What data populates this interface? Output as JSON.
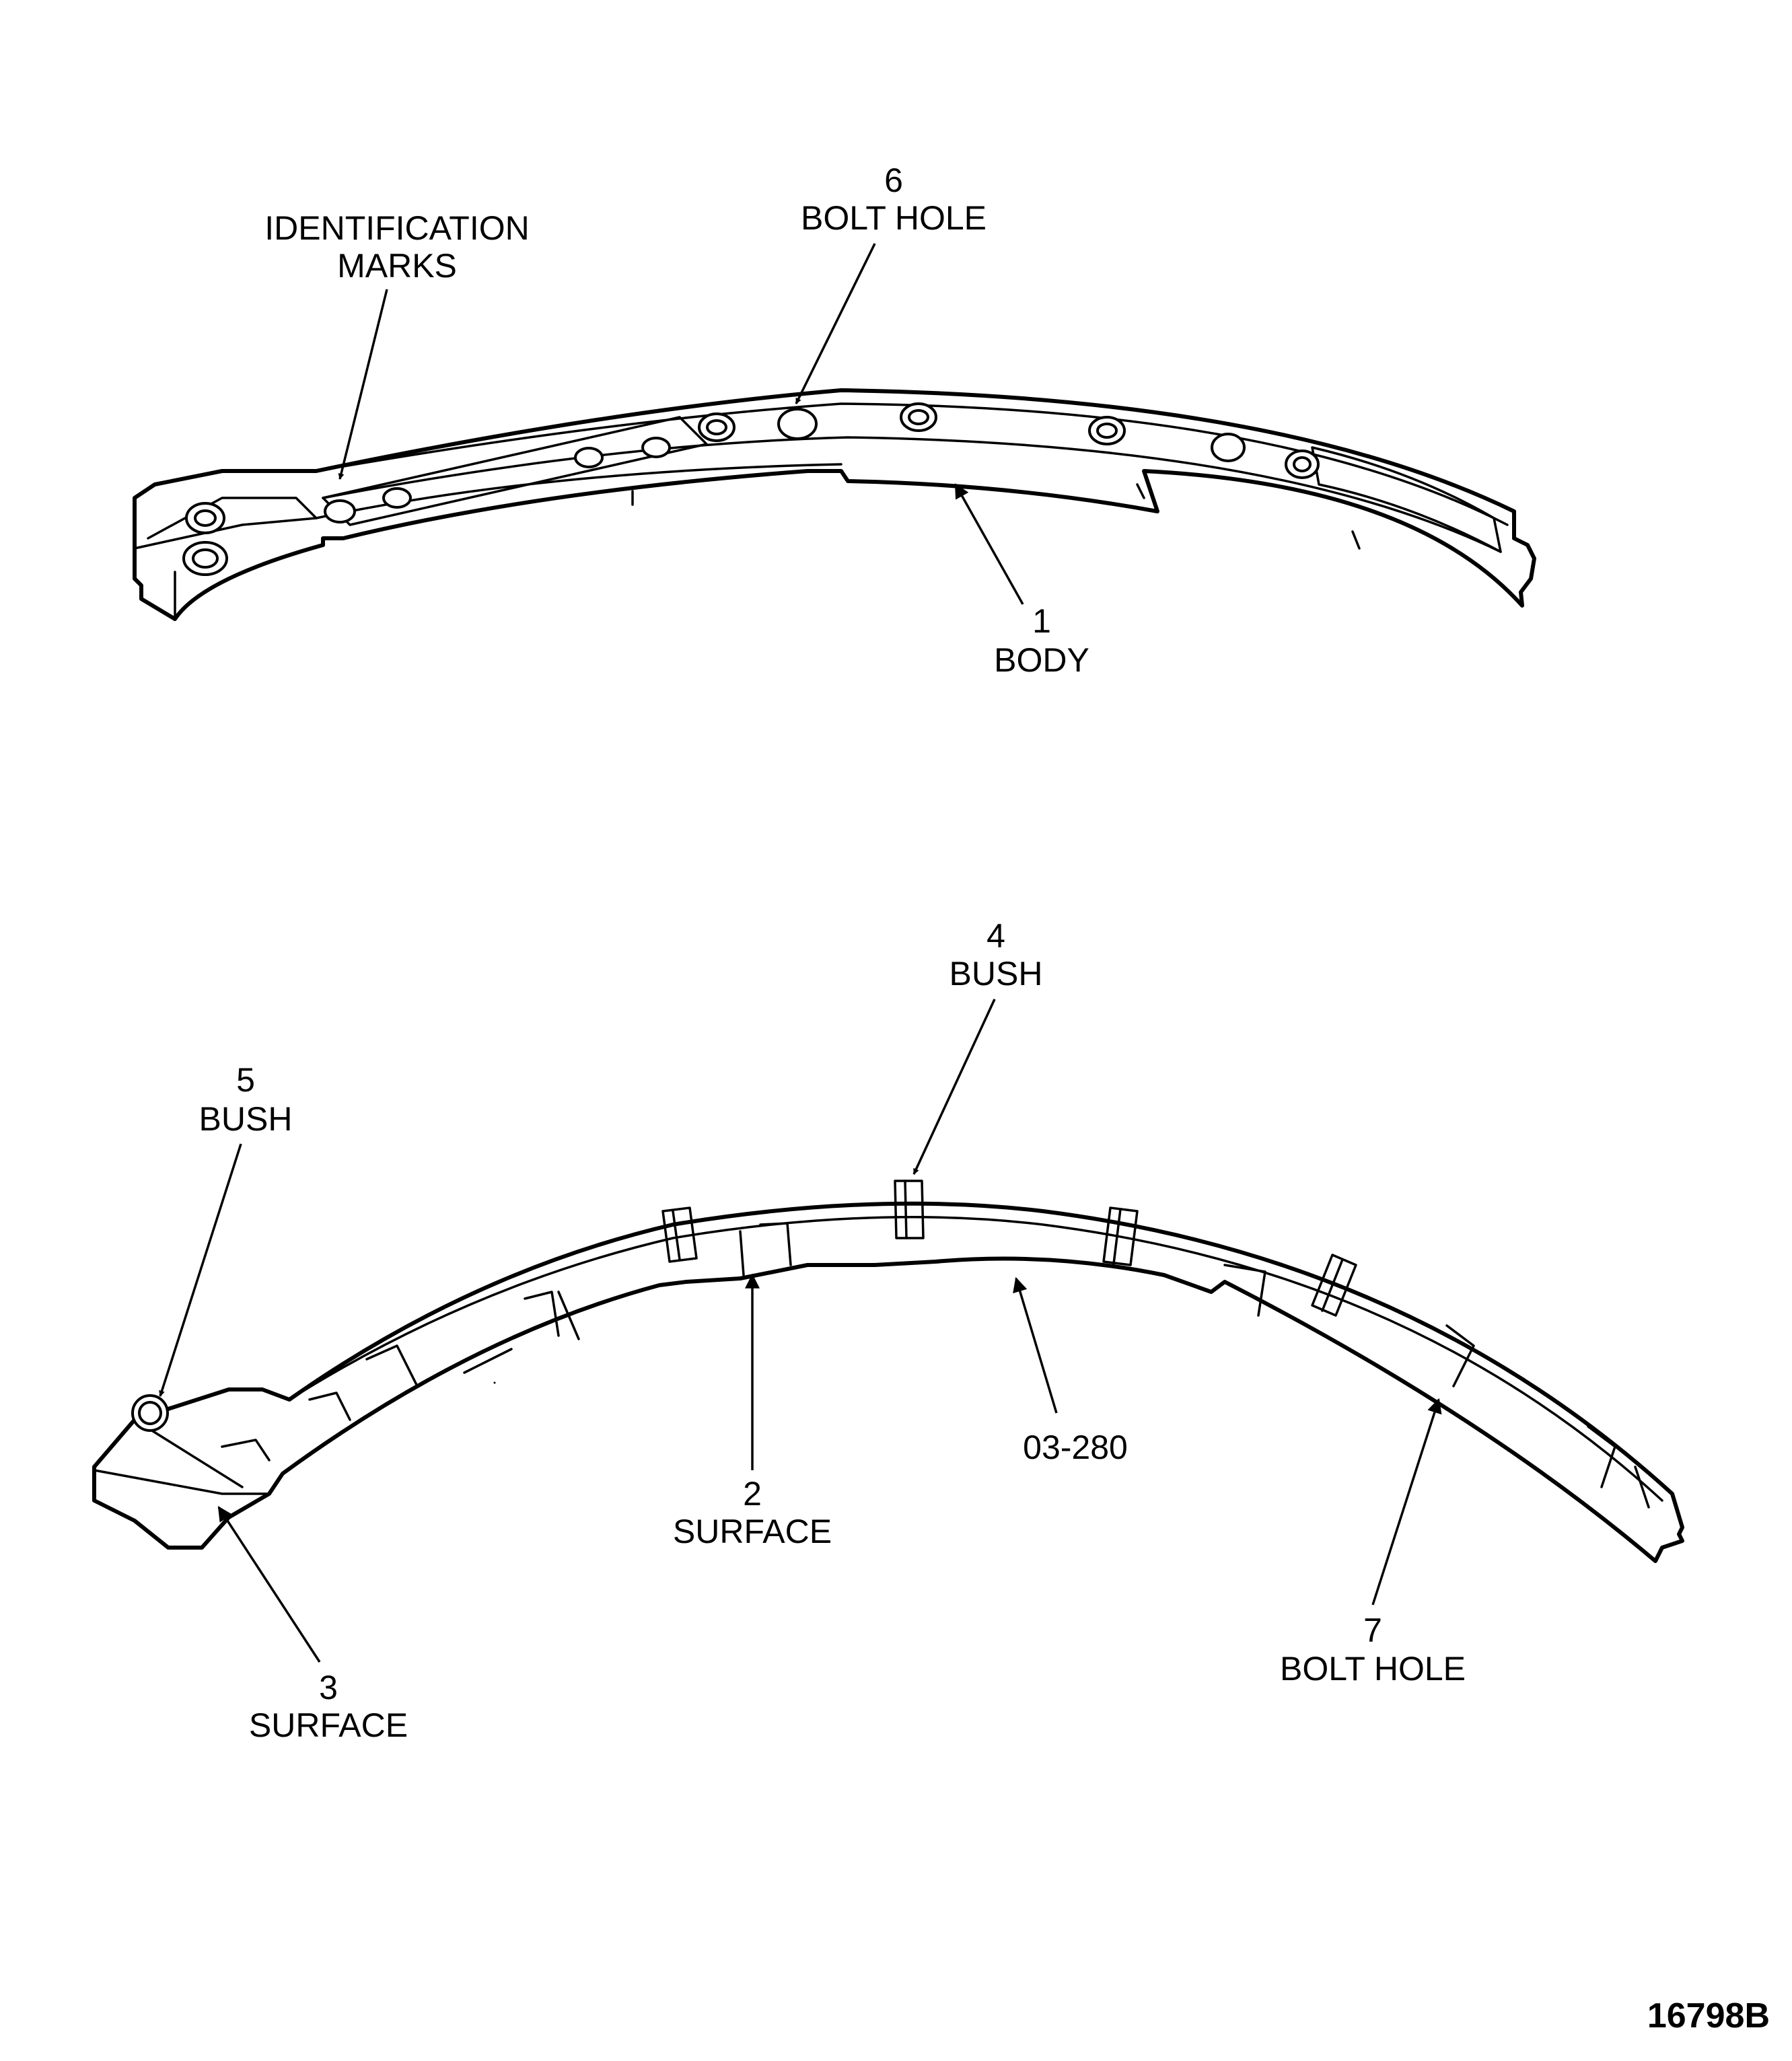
{
  "labels": {
    "identification_marks": {
      "line1": "IDENTIFICATION",
      "line2": "MARKS"
    },
    "bolt_hole_6": {
      "number": "6",
      "text": "BOLT HOLE"
    },
    "body_1": {
      "number": "1",
      "text": "BODY"
    },
    "bush_4": {
      "number": "4",
      "text": "BUSH"
    },
    "bush_5": {
      "number": "5",
      "text": "BUSH"
    },
    "surface_2": {
      "number": "2",
      "text": "SURFACE"
    },
    "part_number": "03-280",
    "surface_3": {
      "number": "3",
      "text": "SURFACE"
    },
    "bolt_hole_7": {
      "number": "7",
      "text": "BOLT HOLE"
    }
  },
  "figure_number": "16798B"
}
